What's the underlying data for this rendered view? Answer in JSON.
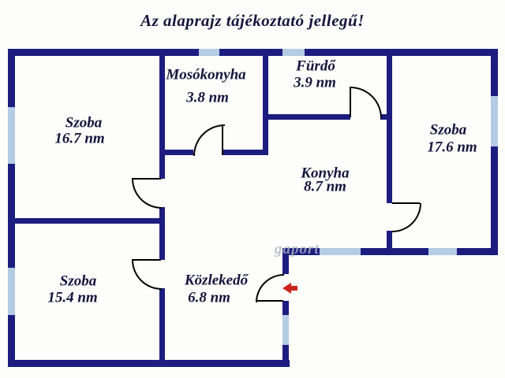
{
  "title": "Az alaprajz tájékoztató jellegű!",
  "watermark": "gaport",
  "rooms": [
    {
      "name": "Szoba",
      "area": "16.7 nm"
    },
    {
      "name": "Mosókonyha",
      "area": "3.8 nm"
    },
    {
      "name": "Fürdő",
      "area": "3.9 nm"
    },
    {
      "name": "Szoba",
      "area": "17.6 nm"
    },
    {
      "name": "Konyha",
      "area": "8.7 nm"
    },
    {
      "name": "Szoba",
      "area": "15.4 nm"
    },
    {
      "name": "Közlekedő",
      "area": "6.8 nm"
    }
  ],
  "colors": {
    "bg": "#fdfdfb",
    "wall": "#1d1d7f",
    "window": "#b4cce4",
    "door": "#000000",
    "text": "#14143c",
    "arrow": "#c9251c",
    "watermark-color": "#aab6c6"
  }
}
